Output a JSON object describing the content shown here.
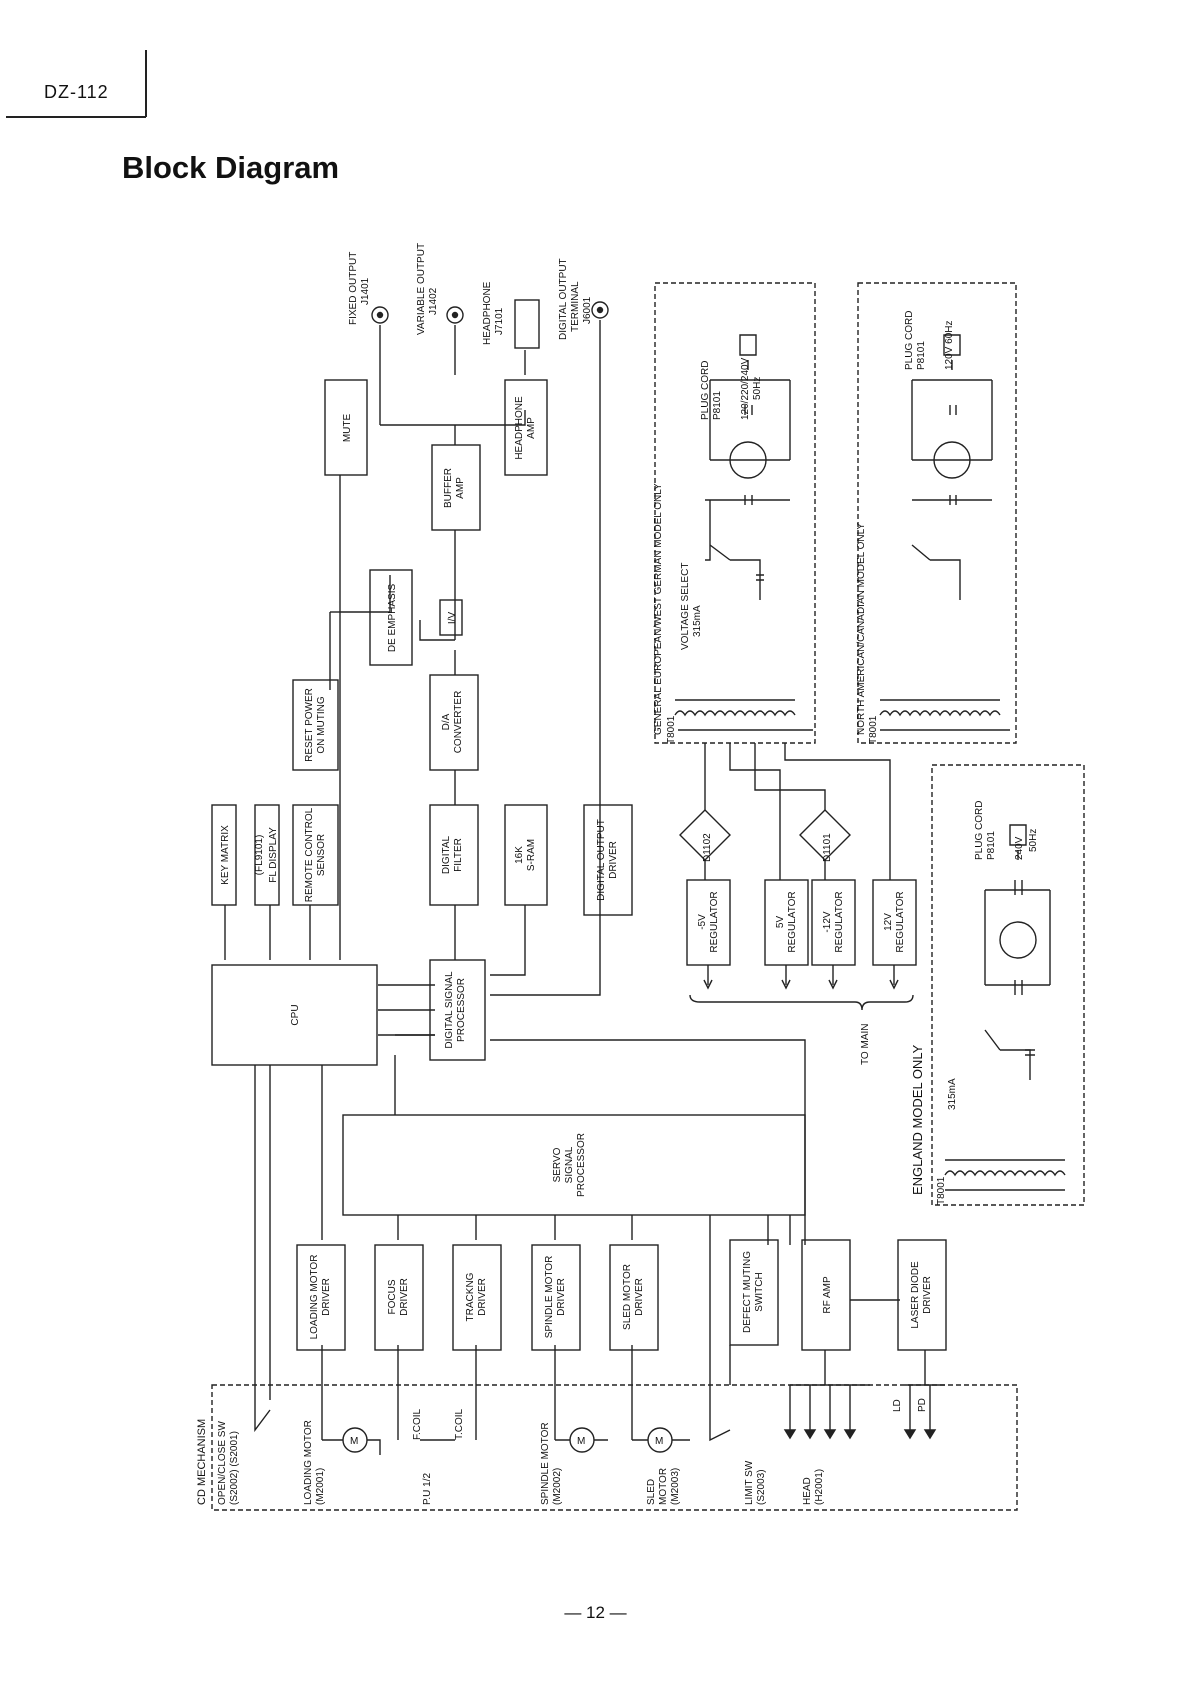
{
  "header": {
    "model": "DZ-112",
    "title": "Block Diagram"
  },
  "footer": {
    "page": "— 12 —"
  },
  "blocks": {
    "mute": "MUTE",
    "buffer_amp": [
      "BUFFER",
      "AMP"
    ],
    "headphone_amp": [
      "HEADPHONE",
      "AMP"
    ],
    "de_emphasis": "DE EMPHASIS",
    "iv": "I/V",
    "da_converter": [
      "D/A",
      "CONVERTER"
    ],
    "reset_power_on_muting": [
      "RESET POWER",
      "ON MUTING"
    ],
    "key_matrix": "KEY MATRIX",
    "fl_display": [
      "(FL9101)",
      "FL DISPLAY"
    ],
    "remote_control_sensor": [
      "REMOTE CONTROL",
      "SENSOR"
    ],
    "digital_filter": [
      "DIGITAL",
      "FILTER"
    ],
    "sram": [
      "16K",
      "S-RAM"
    ],
    "digital_output_driver": [
      "DIGITAL OUTPUT",
      "DRIVER"
    ],
    "cpu": "CPU",
    "digital_signal_processor": [
      "DIGITAL SIGNAL",
      "PROCESSOR"
    ],
    "servo_signal_processor": [
      "SERVO",
      "SIGNAL",
      "PROCESSOR"
    ],
    "loading_motor_driver": [
      "LOADING MOTOR",
      "DRIVER"
    ],
    "focus_driver": [
      "FOCUS",
      "DRIVER"
    ],
    "tracking_driver": [
      "TRACKNG",
      "DRIVER"
    ],
    "spindle_motor_driver": [
      "SPINDLE MOTOR",
      "DRIVER"
    ],
    "sled_motor_driver": [
      "SLED MOTOR",
      "DRIVER"
    ],
    "defect_muting_switch": [
      "DEFECT MUTING",
      "SWITCH"
    ],
    "rf_amp": "RF AMP",
    "laser_diode_driver": [
      "LASER DIODE",
      "DRIVER"
    ],
    "reg_m5v": [
      "-5V",
      "REGULATOR"
    ],
    "reg_5v": [
      "5V",
      "REGULATOR"
    ],
    "reg_m12v": [
      "-12V",
      "REGULATOR"
    ],
    "reg_12v": [
      "12V",
      "REGULATOR"
    ]
  },
  "outputs": {
    "fixed": [
      "FIXED OUTPUT",
      "J1401"
    ],
    "variable": [
      "VARIABLE OUTPUT",
      "J1402"
    ],
    "headphone": [
      "HEADPHONE",
      "J7101"
    ],
    "digital": [
      "DIGITAL OUTPUT",
      "TERMINAL",
      "J6001"
    ]
  },
  "power": {
    "european": {
      "label": "GENERAL EUROPEAN/WEST GERMAN MODEL ONLY",
      "plug": [
        "PLUG CORD",
        "P8101",
        "120/220/240V",
        "50Hz"
      ],
      "voltage_select": "VOLTAGE SELECT",
      "fuse": "315mA",
      "transformer": "T8001"
    },
    "north_american": {
      "label": "NORTH AMERICAN/CANADIAN MODEL ONLY",
      "plug": [
        "PLUG CORD",
        "P8101",
        "120V 60Hz"
      ],
      "transformer": "T8001"
    },
    "england": {
      "label": "ENGLAND MODEL ONLY",
      "plug": [
        "PLUG CORD",
        "P8101",
        "240V",
        "50Hz"
      ],
      "fuse": "315mA",
      "transformer": "T8001"
    },
    "d1102": "D1102",
    "d1101": "D1101",
    "to_main": "TO MAIN"
  },
  "mechanism": {
    "title": "CD MECHANISM",
    "open_close": [
      "OPEN/CLOSE SW",
      "(S2002) (S2001)"
    ],
    "loading_motor": [
      "LOADING MOTOR",
      "(M2001)"
    ],
    "pu": "P.U 1/2",
    "f_coil": "F.COIL",
    "t_coil": "T.COIL",
    "spindle_motor": [
      "SPINDLE MOTOR",
      "(M2002)"
    ],
    "sled_motor": [
      "SLED",
      "MOTOR",
      "(M2003)"
    ],
    "limit_sw": [
      "LIMIT SW",
      "(S2003)"
    ],
    "head": [
      "HEAD",
      "(H2001)"
    ],
    "ld": "LD",
    "pd": "PD",
    "motor_symbol": "M"
  }
}
